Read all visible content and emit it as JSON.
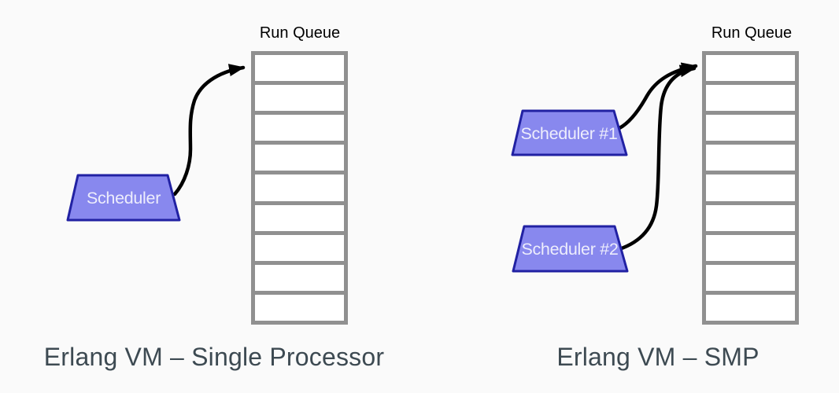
{
  "colors": {
    "bg": "#fafafa",
    "queue-border": "#909090",
    "cell-fill": "#ffffff",
    "scheduler-fill": "#8888ee",
    "scheduler-border": "#2121a3",
    "scheduler-text": "#ededfc",
    "arrow": "#000000",
    "label-text": "#000000",
    "caption-text": "#3d4a52"
  },
  "panels": [
    {
      "id": "single-processor",
      "caption": "Erlang VM – Single Processor",
      "queue": {
        "label": "Run Queue",
        "cells": 9
      },
      "schedulers": [
        {
          "label": "Scheduler"
        }
      ]
    },
    {
      "id": "smp",
      "caption": "Erlang VM – SMP",
      "queue": {
        "label": "Run Queue",
        "cells": 9
      },
      "schedulers": [
        {
          "label": "Scheduler #1"
        },
        {
          "label": "Scheduler #2"
        }
      ]
    }
  ]
}
